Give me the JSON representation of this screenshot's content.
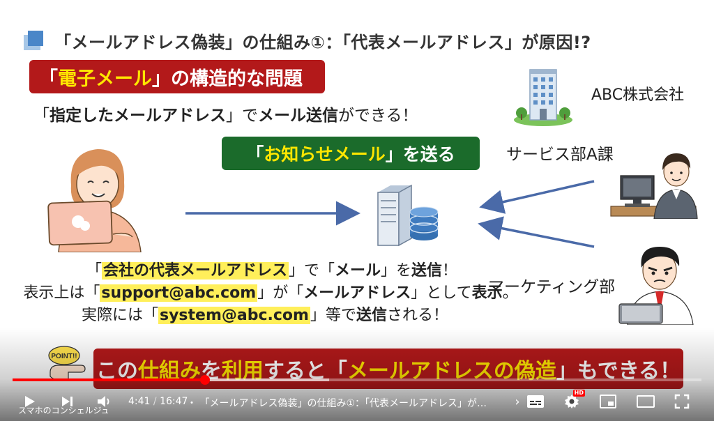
{
  "slide": {
    "title": "「メールアドレス偽装」の仕組み①：「代表メールアドレス」が原因!?",
    "red_banner": {
      "pre": "「",
      "highlight": "電子メール",
      "post": "」の構造的な問題"
    },
    "sub1": {
      "p1": "「",
      "b1": "指定したメールアドレス",
      "p2": "」で",
      "b2": "メール送信",
      "p3": "ができる！"
    },
    "green_banner": {
      "pre": "「",
      "highlight": "お知らせメール",
      "post": "」を送る"
    },
    "company": "ABC株式会社",
    "service_dept": "サービス部A課",
    "marketing_dept": "マーケティング部",
    "line1": {
      "p1": "「",
      "y1": "会社の代表メールアドレス",
      "p2": "」で「",
      "b1": "メール",
      "p3": "」を",
      "b2": "送信",
      "p4": "！"
    },
    "line2": {
      "p1": "表示上は「",
      "y1": "support@abc.com",
      "p2": "」が「",
      "b1": "メールアドレス",
      "p3": "」として",
      "b2": "表示",
      "p4": "。"
    },
    "line3": {
      "p1": "実際には「",
      "y1": "system@abc.com",
      "p2": "」等で",
      "b1": "送信",
      "p3": "される！"
    },
    "bottom_banner": {
      "p1": "この",
      "h1": "仕組み",
      "p2": "を",
      "h2": "利用",
      "p3": "すると「",
      "h3": "メールアドレスの偽造",
      "p4": "」もできる！"
    },
    "point_label": "POINT!!"
  },
  "player": {
    "current_time": "4:41",
    "separator": " / ",
    "duration": "16:47",
    "chapter": "・ 「メールアドレス偽装」の仕組み①：「代表メールアドレス」が…",
    "chapter_chevron": "›",
    "progress": 0.279,
    "buffered": 0.46,
    "hd_badge": "HD",
    "watermark": "スマホのコンシェルジュ",
    "colors": {
      "accent": "#ff0000",
      "banner_red": "#b3191a",
      "banner_green": "#1b6b2b",
      "highlight_yellow": "#ffe600"
    }
  },
  "icons": [
    "play-icon",
    "next-icon",
    "volume-icon",
    "subtitles-icon",
    "settings-icon",
    "miniplayer-icon",
    "theater-icon",
    "fullscreen-icon"
  ]
}
